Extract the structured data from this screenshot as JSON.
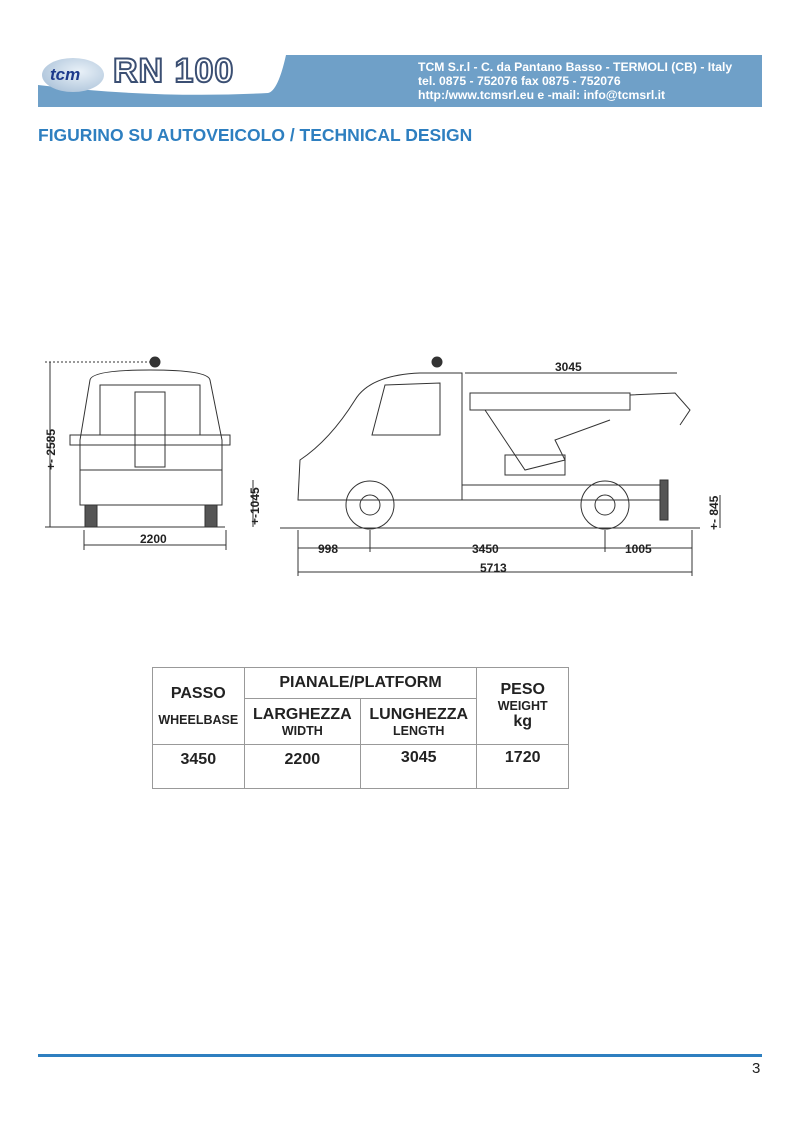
{
  "header": {
    "logo_tcm": "tcm",
    "logo_model": "RN 100",
    "contact": [
      "TCM S.r.l - C. da Pantano Basso - TERMOLI (CB) - Italy",
      "tel. 0875 - 752076   fax 0875 - 752076",
      "http:/www.tcmsrl.eu  e -mail: info@tcmsrl.it"
    ],
    "band_color": "#6fa0c8"
  },
  "title": "FIGURINO SU AUTOVEICOLO / TECHNICAL DESIGN",
  "drawing": {
    "front": {
      "height": "+- 2585",
      "width": "2200",
      "bed_height": "+-1045"
    },
    "side": {
      "platform": "3045",
      "front_overhang": "998",
      "wheelbase": "3450",
      "rear_overhang": "1005",
      "total": "5713",
      "rear_height": "+- 845"
    }
  },
  "table": {
    "passo": "PASSO",
    "wheelbase": "WHEELBASE",
    "pianale": "PIANALE/PLATFORM",
    "larghezza": "LARGHEZZA",
    "width": "WIDTH",
    "lunghezza": "LUNGHEZZA",
    "length": "LENGTH",
    "peso": "PESO",
    "weight": "WEIGHT",
    "kg": "kg",
    "values": [
      "3450",
      "2200",
      "3045",
      "1720"
    ]
  },
  "page_number": "3"
}
